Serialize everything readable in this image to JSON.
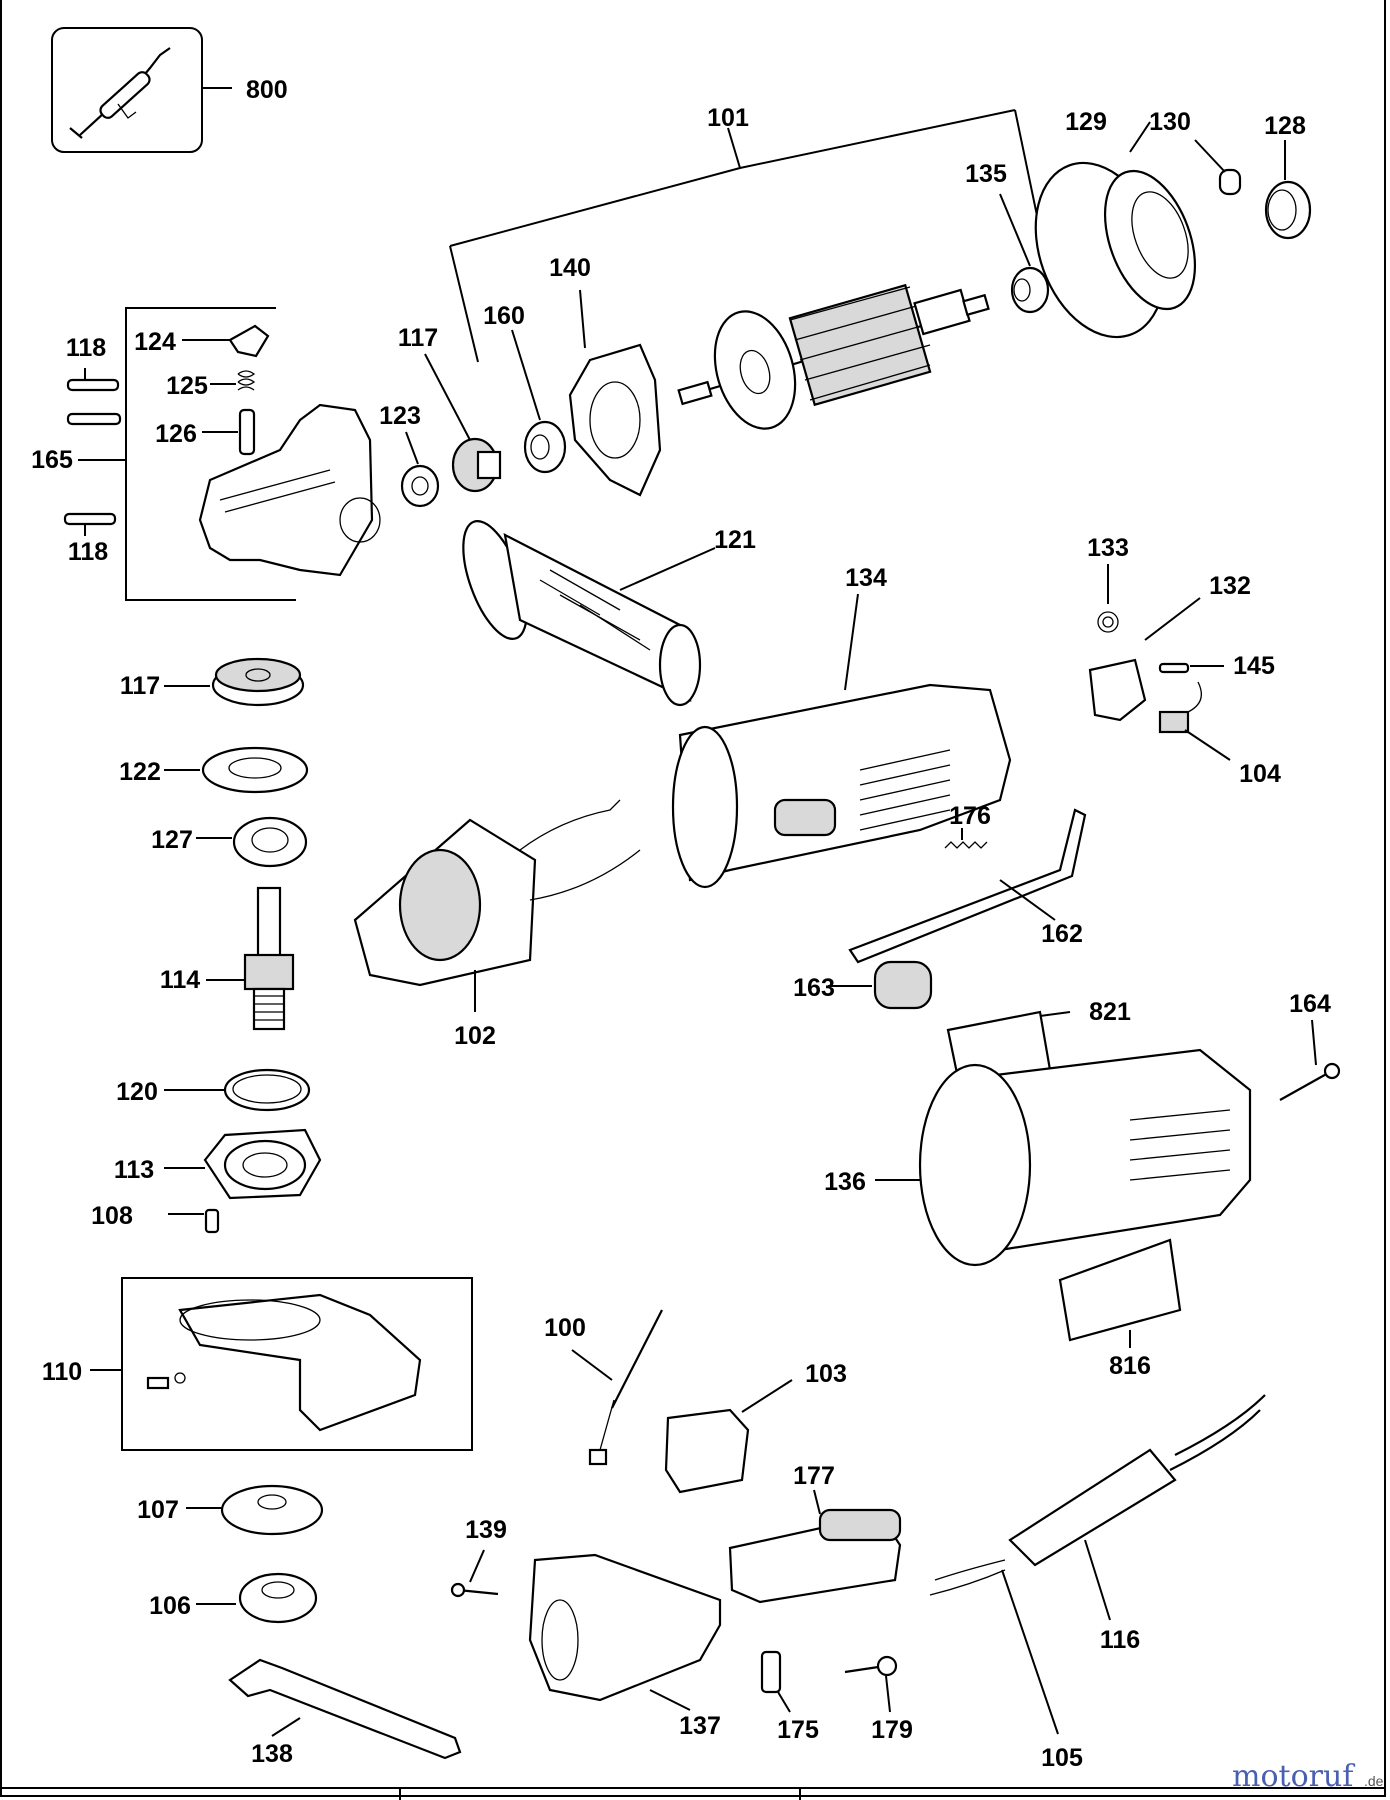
{
  "parts": [
    {
      "key": "800",
      "label": "800"
    },
    {
      "key": "101",
      "label": "101"
    },
    {
      "key": "129",
      "label": "129"
    },
    {
      "key": "130",
      "label": "130"
    },
    {
      "key": "128",
      "label": "128"
    },
    {
      "key": "135",
      "label": "135"
    },
    {
      "key": "140",
      "label": "140"
    },
    {
      "key": "160",
      "label": "160"
    },
    {
      "key": "117a",
      "label": "117"
    },
    {
      "key": "118a",
      "label": "118"
    },
    {
      "key": "124",
      "label": "124"
    },
    {
      "key": "125",
      "label": "125"
    },
    {
      "key": "126",
      "label": "126"
    },
    {
      "key": "165",
      "label": "165"
    },
    {
      "key": "118b",
      "label": "118"
    },
    {
      "key": "123",
      "label": "123"
    },
    {
      "key": "121",
      "label": "121"
    },
    {
      "key": "134",
      "label": "134"
    },
    {
      "key": "133",
      "label": "133"
    },
    {
      "key": "132",
      "label": "132"
    },
    {
      "key": "145",
      "label": "145"
    },
    {
      "key": "104",
      "label": "104"
    },
    {
      "key": "117b",
      "label": "117"
    },
    {
      "key": "122",
      "label": "122"
    },
    {
      "key": "127",
      "label": "127"
    },
    {
      "key": "176",
      "label": "176"
    },
    {
      "key": "162",
      "label": "162"
    },
    {
      "key": "114",
      "label": "114"
    },
    {
      "key": "102",
      "label": "102"
    },
    {
      "key": "163",
      "label": "163"
    },
    {
      "key": "821",
      "label": "821"
    },
    {
      "key": "164",
      "label": "164"
    },
    {
      "key": "120",
      "label": "120"
    },
    {
      "key": "113",
      "label": "113"
    },
    {
      "key": "136",
      "label": "136"
    },
    {
      "key": "108",
      "label": "108"
    },
    {
      "key": "110",
      "label": "110"
    },
    {
      "key": "100",
      "label": "100"
    },
    {
      "key": "103",
      "label": "103"
    },
    {
      "key": "816",
      "label": "816"
    },
    {
      "key": "107",
      "label": "107"
    },
    {
      "key": "177",
      "label": "177"
    },
    {
      "key": "139",
      "label": "139"
    },
    {
      "key": "106",
      "label": "106"
    },
    {
      "key": "116",
      "label": "116"
    },
    {
      "key": "138",
      "label": "138"
    },
    {
      "key": "137",
      "label": "137"
    },
    {
      "key": "175",
      "label": "175"
    },
    {
      "key": "179",
      "label": "179"
    },
    {
      "key": "105",
      "label": "105"
    }
  ],
  "watermark": {
    "brand": "motoruf",
    "suffix": ".de",
    "brand_color": "#4a5fb0",
    "accent_color": "#c44a2a"
  }
}
